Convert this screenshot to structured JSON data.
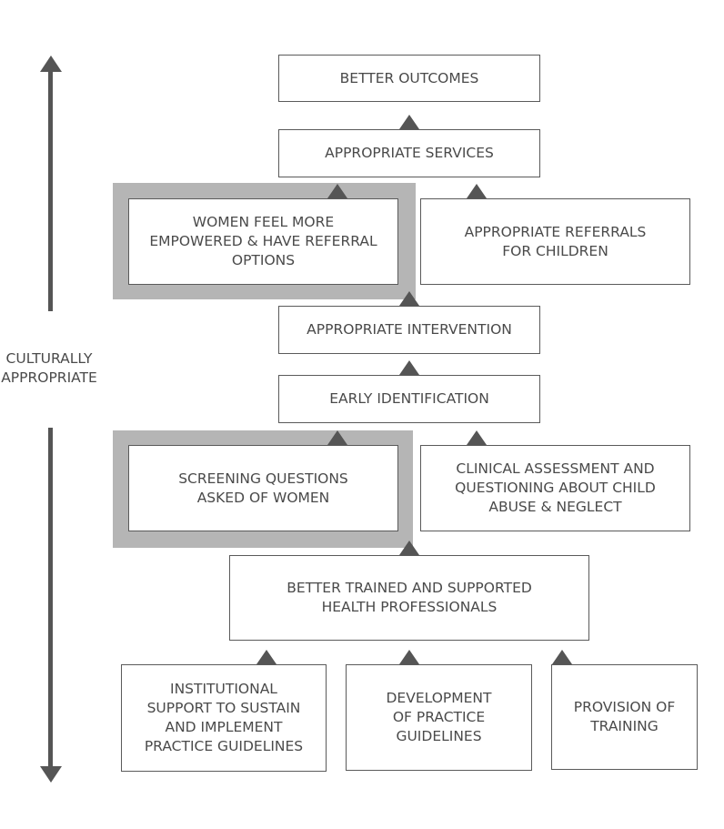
{
  "axis": {
    "label": "CULTURALLY\nAPPROPRIATE"
  },
  "boxes": {
    "better_outcomes": "BETTER OUTCOMES",
    "appropriate_services": "APPROPRIATE SERVICES",
    "women_empowered": "WOMEN FEEL MORE\nEMPOWERED & HAVE REFERRAL\nOPTIONS",
    "referrals_children": "APPROPRIATE REFERRALS\nFOR CHILDREN",
    "appropriate_intervention": "APPROPRIATE INTERVENTION",
    "early_identification": "EARLY IDENTIFICATION",
    "screening_questions": "SCREENING QUESTIONS\nASKED OF WOMEN",
    "clinical_assessment": "CLINICAL ASSESSMENT AND\nQUESTIONING ABOUT CHILD\nABUSE & NEGLECT",
    "trained_professionals": "BETTER TRAINED AND SUPPORTED\nHEALTH PROFESSIONALS",
    "institutional_support": "INSTITUTIONAL\nSUPPORT TO SUSTAIN\nAND IMPLEMENT\nPRACTICE GUIDELINES",
    "development_guidelines": "DEVELOPMENT\nOF PRACTICE\nGUIDELINES",
    "provision_training": "PROVISION OF\nTRAINING"
  },
  "colors": {
    "arrow": "#555555",
    "highlight": "#b5b5b5",
    "box_border": "#5a5a5a",
    "text": "#4a4a4a"
  }
}
